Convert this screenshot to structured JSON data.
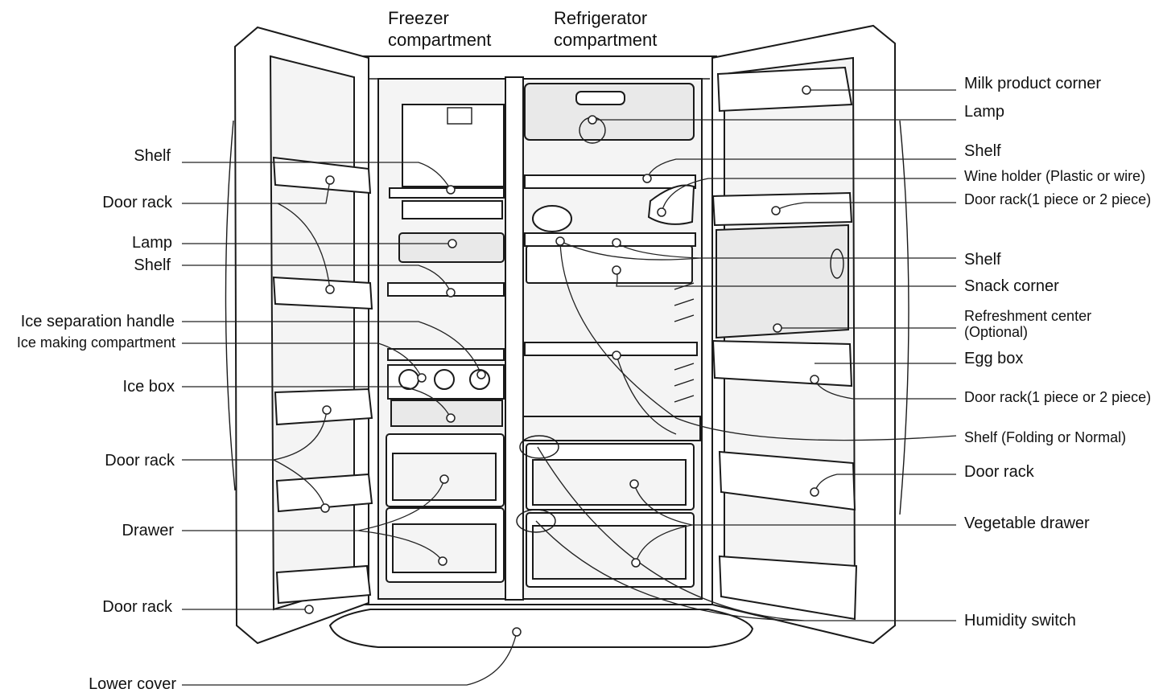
{
  "headings": {
    "freezer": [
      "Freezer",
      "compartment"
    ],
    "refrigerator": [
      "Refrigerator",
      "compartment"
    ]
  },
  "left_labels": {
    "shelf_1": "Shelf",
    "door_rack_1": "Door rack",
    "lamp": "Lamp",
    "shelf_2": "Shelf",
    "ice_separation_handle": "Ice separation handle",
    "ice_making_compartment": "Ice making compartment",
    "ice_box": "Ice box",
    "door_rack_2": "Door rack",
    "drawer": "Drawer",
    "door_rack_3": "Door rack",
    "lower_cover": "Lower cover"
  },
  "right_labels": {
    "milk_product_corner": "Milk product corner",
    "lamp": "Lamp",
    "shelf_1": "Shelf",
    "wine_holder": "Wine holder (Plastic or wire)",
    "door_rack_1": "Door rack(1 piece or 2 piece)",
    "shelf_2": "Shelf",
    "snack_corner": "Snack corner",
    "refreshment_center": [
      "Refreshment center",
      "(Optional)"
    ],
    "egg_box": "Egg box",
    "door_rack_2": "Door rack(1 piece or 2 piece)",
    "shelf_folding": "Shelf (Folding or Normal)",
    "door_rack_3": "Door rack",
    "vegetable_drawer": "Vegetable drawer",
    "humidity_switch": "Humidity switch"
  }
}
